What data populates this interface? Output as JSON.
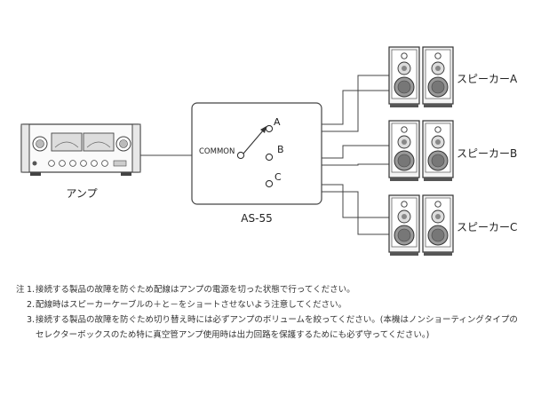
{
  "amp_label": "アンプ",
  "selector": {
    "model_label": "AS-55",
    "common_label": "COMMON",
    "terminals": [
      "A",
      "B",
      "C"
    ]
  },
  "speakers": [
    {
      "label": "スピーカーA"
    },
    {
      "label": "スピーカーB"
    },
    {
      "label": "スピーカーC"
    }
  ],
  "notes": {
    "prefix": "注",
    "items": [
      {
        "num": "1.",
        "text": "接続する製品の故障を防ぐため配線はアンプの電源を切った状態で行ってください。"
      },
      {
        "num": "2.",
        "text": "配線時はスピーカーケーブルの＋と－をショートさせないよう注意してください。"
      },
      {
        "num": "3.",
        "text": "接続する製品の故障を防ぐため切り替え時には必ずアンプのボリュームを絞ってください。(本機はノンショーティングタイプのセレクターボックスのため特に真空管アンプ使用時は出力回路を保護するためにも必ず守ってください。)"
      }
    ]
  }
}
